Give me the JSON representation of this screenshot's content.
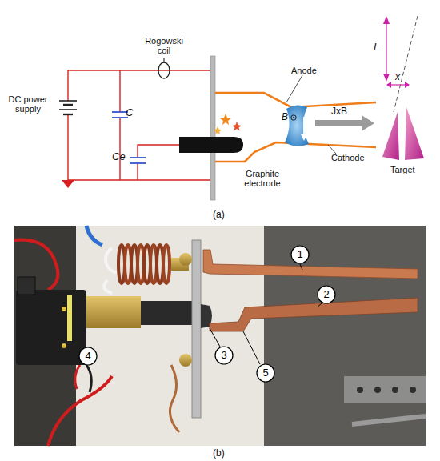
{
  "diagram": {
    "nodes": [
      {
        "text": [
          "1"
        ]
      },
      {
        "text": [
          "2"
        ]
      },
      {
        "text": [
          "3"
        ]
      },
      {
        "text": [
          "4"
        ]
      },
      {
        "text": [
          "5"
        ]
      }
    ],
    "labels": [
      "DC power supply",
      "C",
      "Ce",
      "Rogowski coil",
      "Graphite electrode",
      "Anode",
      "Cathode",
      "B",
      "J",
      "JxB",
      "L",
      "x",
      "Target",
      "(a)",
      "(b)"
    ]
  }
}
